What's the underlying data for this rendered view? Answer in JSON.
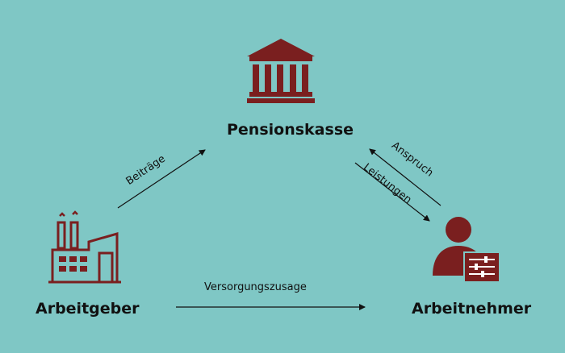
{
  "nodes": {
    "pensionskasse": {
      "label": "Pensionskasse",
      "icon": "bank-building-icon"
    },
    "arbeitgeber": {
      "label": "Arbeitgeber",
      "icon": "factory-icon"
    },
    "arbeitnehmer": {
      "label": "Arbeitnehmer",
      "icon": "employee-document-icon"
    }
  },
  "edges": {
    "beitraege": "Beiträge",
    "anspruch": "Anspruch",
    "leistungen": "Leistungen",
    "versorgungszusage": "Versorgungszusage"
  },
  "colors": {
    "background": "#7fc7c5",
    "icon": "#7a1f1f",
    "text": "#111111"
  }
}
